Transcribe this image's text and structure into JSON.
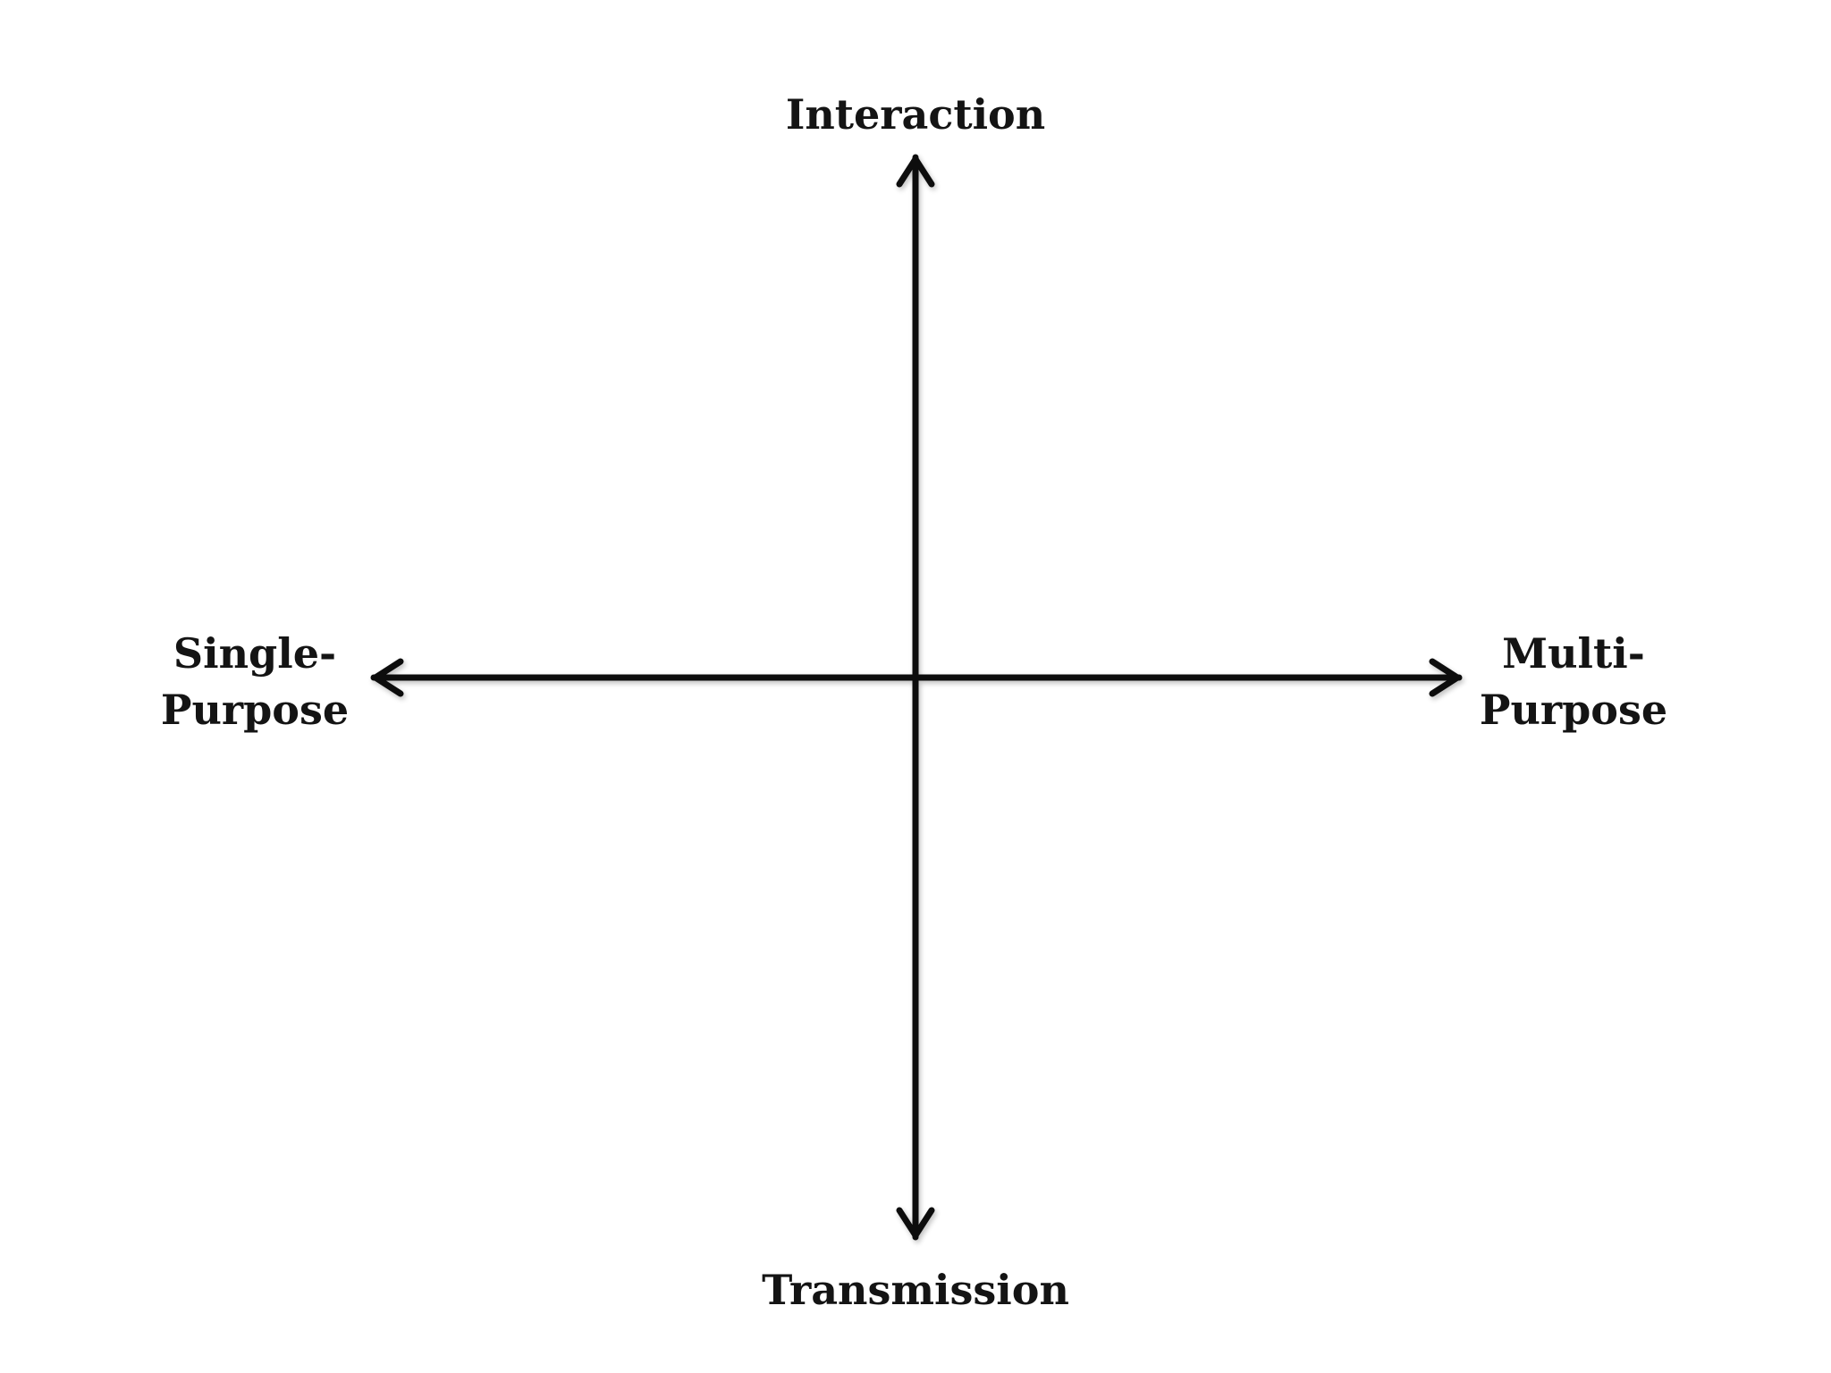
{
  "diagram": {
    "axis_top_label": "Interaction",
    "axis_bottom_label": "Transmission",
    "axis_left_label": {
      "line1": "Single-",
      "line2": "Purpose"
    },
    "axis_right_label": {
      "line1": "Multi-",
      "line2": "Purpose"
    },
    "colors": {
      "axis": "#111111",
      "text": "#141414",
      "background": "#ffffff"
    }
  }
}
